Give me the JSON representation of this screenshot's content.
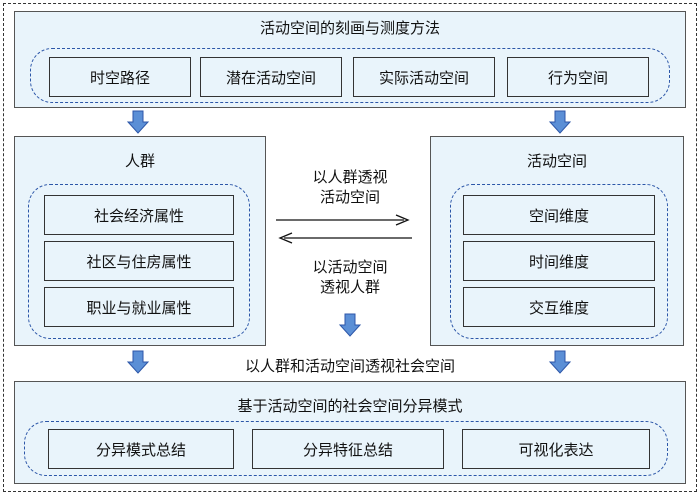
{
  "top": {
    "title": "活动空间的刻画与测度方法",
    "items": [
      "时空路径",
      "潜在活动空间",
      "实际活动空间",
      "行为空间"
    ]
  },
  "left": {
    "title": "人群",
    "items": [
      "社会经济属性",
      "社区与住房属性",
      "职业与就业属性"
    ]
  },
  "right": {
    "title": "活动空间",
    "items": [
      "空间维度",
      "时间维度",
      "交互维度"
    ]
  },
  "middle": {
    "upper_line1": "以人群透视",
    "upper_line2": "活动空间",
    "lower_line1": "以活动空间",
    "lower_line2": "透视人群",
    "merge_label": "以人群和活动空间透视社会空间"
  },
  "bottom": {
    "title": "基于活动空间的社会空间分异模式",
    "items": [
      "分异模式总结",
      "分异特征总结",
      "可视化表达"
    ]
  },
  "colors": {
    "panel_fill": "#e9f4fb",
    "dashed_ring": "#2c56a8",
    "arrow_fill": "#5b8fd6",
    "arrow_stroke": "#2c56a8"
  }
}
